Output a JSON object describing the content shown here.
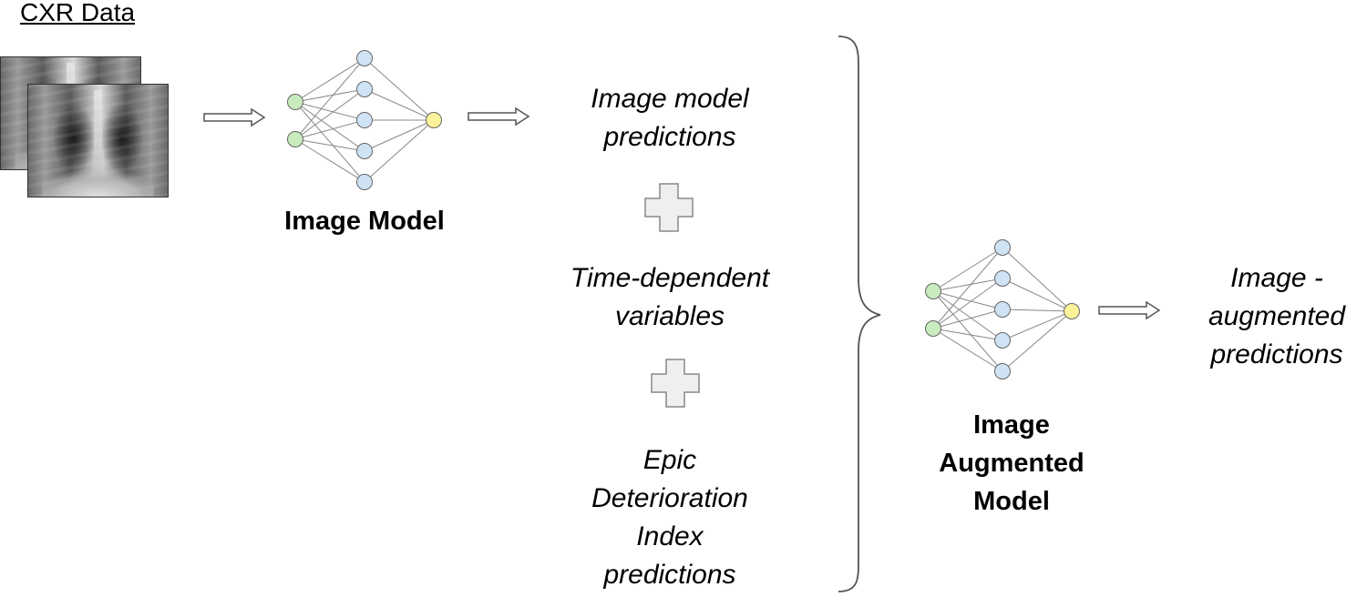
{
  "header": {
    "title": "CXR Data"
  },
  "image_model": {
    "label": "Image Model"
  },
  "inputs": {
    "image_predictions": [
      "Image model",
      "predictions"
    ],
    "time_dependent": [
      "Time-dependent",
      "variables"
    ],
    "epic": [
      "Epic",
      "Deterioration",
      "Index",
      "predictions"
    ]
  },
  "augmented_model": {
    "label": [
      "Image",
      "Augmented",
      "Model"
    ]
  },
  "output": {
    "text": [
      "Image -",
      "augmented",
      "predictions"
    ]
  },
  "colors": {
    "input_node": "#c9ebbd",
    "hidden_node": "#cfe3f5",
    "output_node": "#fbf29a",
    "plus_fill": "#efefef",
    "edge": "#888888"
  },
  "icons": {
    "plus_1": "plus-icon",
    "plus_2": "plus-icon",
    "arrow": "right-arrow-icon",
    "brace": "right-curly-brace"
  }
}
